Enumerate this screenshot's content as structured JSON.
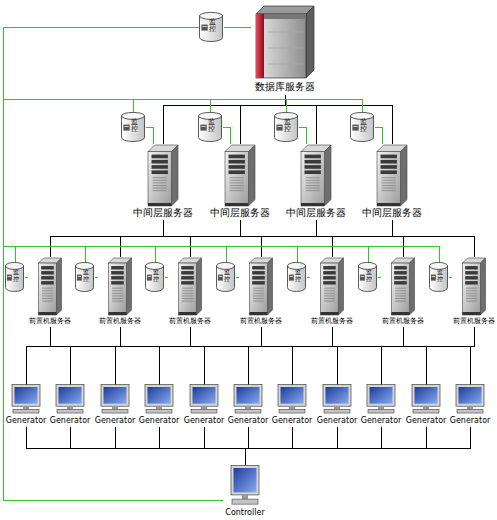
{
  "diagram": {
    "nodes": [
      {
        "text": [
          "监控"
        ]
      },
      {
        "text": [
          "数据库服务器"
        ]
      },
      {
        "text": [
          "监控"
        ]
      },
      {
        "text": [
          "中间层服务器"
        ]
      },
      {
        "text": [
          "监控"
        ]
      },
      {
        "text": [
          "中间层服务器"
        ]
      },
      {
        "text": [
          "监控"
        ]
      },
      {
        "text": [
          "中间层服务器"
        ]
      },
      {
        "text": [
          "监控"
        ]
      },
      {
        "text": [
          "中间层服务器"
        ]
      },
      {
        "text": [
          "监控"
        ]
      },
      {
        "text": [
          "前置机服务器"
        ]
      },
      {
        "text": [
          "监控"
        ]
      },
      {
        "text": [
          "前置机服务器"
        ]
      },
      {
        "text": [
          "监控"
        ]
      },
      {
        "text": [
          "前置机服务器"
        ]
      },
      {
        "text": [
          "监控"
        ]
      },
      {
        "text": [
          "前置机服务器"
        ]
      },
      {
        "text": [
          "监控"
        ]
      },
      {
        "text": [
          "前置机服务器"
        ]
      },
      {
        "text": [
          "监控"
        ]
      },
      {
        "text": [
          "前置机服务器"
        ]
      },
      {
        "text": [
          "监控"
        ]
      },
      {
        "text": [
          "前置机服务器"
        ]
      },
      {
        "text": [
          "Generator"
        ]
      },
      {
        "text": [
          "Generator"
        ]
      },
      {
        "text": [
          "Generator"
        ]
      },
      {
        "text": [
          "Generator"
        ]
      },
      {
        "text": [
          "Generator"
        ]
      },
      {
        "text": [
          "Generator"
        ]
      },
      {
        "text": [
          "Generator"
        ]
      },
      {
        "text": [
          "Generator"
        ]
      },
      {
        "text": [
          "Generator"
        ]
      },
      {
        "text": [
          "Generator"
        ]
      },
      {
        "text": [
          "Generator"
        ]
      },
      {
        "text": [
          "Controller"
        ]
      }
    ],
    "edges": [
      {
        "from": 1,
        "to": 3,
        "arrow": "none"
      },
      {
        "from": 1,
        "to": 5,
        "arrow": "none"
      },
      {
        "from": 1,
        "to": 7,
        "arrow": "none"
      },
      {
        "from": 1,
        "to": 9,
        "arrow": "none"
      },
      {
        "from": 3,
        "to": 11,
        "arrow": "none"
      },
      {
        "from": 3,
        "to": 13,
        "arrow": "none"
      },
      {
        "from": 3,
        "to": 15,
        "arrow": "none"
      },
      {
        "from": 3,
        "to": 17,
        "arrow": "none"
      },
      {
        "from": 3,
        "to": 19,
        "arrow": "none"
      },
      {
        "from": 3,
        "to": 21,
        "arrow": "none"
      },
      {
        "from": 3,
        "to": 23,
        "arrow": "none"
      },
      {
        "from": 5,
        "to": 11,
        "arrow": "none"
      },
      {
        "from": 5,
        "to": 13,
        "arrow": "none"
      },
      {
        "from": 5,
        "to": 15,
        "arrow": "none"
      },
      {
        "from": 5,
        "to": 17,
        "arrow": "none"
      },
      {
        "from": 5,
        "to": 19,
        "arrow": "none"
      },
      {
        "from": 5,
        "to": 21,
        "arrow": "none"
      },
      {
        "from": 5,
        "to": 23,
        "arrow": "none"
      },
      {
        "from": 7,
        "to": 11,
        "arrow": "none"
      },
      {
        "from": 7,
        "to": 13,
        "arrow": "none"
      },
      {
        "from": 7,
        "to": 15,
        "arrow": "none"
      },
      {
        "from": 7,
        "to": 17,
        "arrow": "none"
      },
      {
        "from": 7,
        "to": 19,
        "arrow": "none"
      },
      {
        "from": 7,
        "to": 21,
        "arrow": "none"
      },
      {
        "from": 7,
        "to": 23,
        "arrow": "none"
      },
      {
        "from": 9,
        "to": 11,
        "arrow": "none"
      },
      {
        "from": 9,
        "to": 13,
        "arrow": "none"
      },
      {
        "from": 9,
        "to": 15,
        "arrow": "none"
      },
      {
        "from": 9,
        "to": 17,
        "arrow": "none"
      },
      {
        "from": 9,
        "to": 19,
        "arrow": "none"
      },
      {
        "from": 9,
        "to": 21,
        "arrow": "none"
      },
      {
        "from": 9,
        "to": 23,
        "arrow": "none"
      },
      {
        "from": 11,
        "to": 24,
        "arrow": "none"
      },
      {
        "from": 11,
        "to": 25,
        "arrow": "none"
      },
      {
        "from": 11,
        "to": 26,
        "arrow": "none"
      },
      {
        "from": 11,
        "to": 27,
        "arrow": "none"
      },
      {
        "from": 11,
        "to": 28,
        "arrow": "none"
      },
      {
        "from": 11,
        "to": 29,
        "arrow": "none"
      },
      {
        "from": 11,
        "to": 30,
        "arrow": "none"
      },
      {
        "from": 11,
        "to": 31,
        "arrow": "none"
      },
      {
        "from": 11,
        "to": 32,
        "arrow": "none"
      },
      {
        "from": 11,
        "to": 33,
        "arrow": "none"
      },
      {
        "from": 11,
        "to": 34,
        "arrow": "none"
      },
      {
        "from": 13,
        "to": 24,
        "arrow": "none"
      },
      {
        "from": 13,
        "to": 25,
        "arrow": "none"
      },
      {
        "from": 13,
        "to": 26,
        "arrow": "none"
      },
      {
        "from": 13,
        "to": 27,
        "arrow": "none"
      },
      {
        "from": 13,
        "to": 28,
        "arrow": "none"
      },
      {
        "from": 13,
        "to": 29,
        "arrow": "none"
      },
      {
        "from": 13,
        "to": 30,
        "arrow": "none"
      },
      {
        "from": 13,
        "to": 31,
        "arrow": "none"
      },
      {
        "from": 13,
        "to": 32,
        "arrow": "none"
      },
      {
        "from": 13,
        "to": 33,
        "arrow": "none"
      },
      {
        "from": 13,
        "to": 34,
        "arrow": "none"
      },
      {
        "from": 15,
        "to": 24,
        "arrow": "none"
      },
      {
        "from": 15,
        "to": 25,
        "arrow": "none"
      },
      {
        "from": 15,
        "to": 26,
        "arrow": "none"
      },
      {
        "from": 15,
        "to": 27,
        "arrow": "none"
      },
      {
        "from": 15,
        "to": 28,
        "arrow": "none"
      },
      {
        "from": 15,
        "to": 29,
        "arrow": "none"
      },
      {
        "from": 15,
        "to": 30,
        "arrow": "none"
      },
      {
        "from": 15,
        "to": 31,
        "arrow": "none"
      },
      {
        "from": 15,
        "to": 32,
        "arrow": "none"
      },
      {
        "from": 15,
        "to": 33,
        "arrow": "none"
      },
      {
        "from": 15,
        "to": 34,
        "arrow": "none"
      },
      {
        "from": 17,
        "to": 24,
        "arrow": "none"
      },
      {
        "from": 17,
        "to": 25,
        "arrow": "none"
      },
      {
        "from": 17,
        "to": 26,
        "arrow": "none"
      },
      {
        "from": 17,
        "to": 27,
        "arrow": "none"
      },
      {
        "from": 17,
        "to": 28,
        "arrow": "none"
      },
      {
        "from": 17,
        "to": 29,
        "arrow": "none"
      },
      {
        "from": 17,
        "to": 30,
        "arrow": "none"
      },
      {
        "from": 17,
        "to": 31,
        "arrow": "none"
      },
      {
        "from": 17,
        "to": 32,
        "arrow": "none"
      },
      {
        "from": 17,
        "to": 33,
        "arrow": "none"
      },
      {
        "from": 17,
        "to": 34,
        "arrow": "none"
      },
      {
        "from": 19,
        "to": 24,
        "arrow": "none"
      },
      {
        "from": 19,
        "to": 25,
        "arrow": "none"
      },
      {
        "from": 19,
        "to": 26,
        "arrow": "none"
      },
      {
        "from": 19,
        "to": 27,
        "arrow": "none"
      },
      {
        "from": 19,
        "to": 28,
        "arrow": "none"
      },
      {
        "from": 19,
        "to": 29,
        "arrow": "none"
      },
      {
        "from": 19,
        "to": 30,
        "arrow": "none"
      },
      {
        "from": 19,
        "to": 31,
        "arrow": "none"
      },
      {
        "from": 19,
        "to": 32,
        "arrow": "none"
      },
      {
        "from": 19,
        "to": 33,
        "arrow": "none"
      },
      {
        "from": 19,
        "to": 34,
        "arrow": "none"
      },
      {
        "from": 21,
        "to": 24,
        "arrow": "none"
      },
      {
        "from": 21,
        "to": 25,
        "arrow": "none"
      },
      {
        "from": 21,
        "to": 26,
        "arrow": "none"
      },
      {
        "from": 21,
        "to": 27,
        "arrow": "none"
      },
      {
        "from": 21,
        "to": 28,
        "arrow": "none"
      },
      {
        "from": 21,
        "to": 29,
        "arrow": "none"
      },
      {
        "from": 21,
        "to": 30,
        "arrow": "none"
      },
      {
        "from": 21,
        "to": 31,
        "arrow": "none"
      },
      {
        "from": 21,
        "to": 32,
        "arrow": "none"
      },
      {
        "from": 21,
        "to": 33,
        "arrow": "none"
      },
      {
        "from": 21,
        "to": 34,
        "arrow": "none"
      },
      {
        "from": 23,
        "to": 24,
        "arrow": "none"
      },
      {
        "from": 23,
        "to": 25,
        "arrow": "none"
      },
      {
        "from": 23,
        "to": 26,
        "arrow": "none"
      },
      {
        "from": 23,
        "to": 27,
        "arrow": "none"
      },
      {
        "from": 23,
        "to": 28,
        "arrow": "none"
      },
      {
        "from": 23,
        "to": 29,
        "arrow": "none"
      },
      {
        "from": 23,
        "to": 30,
        "arrow": "none"
      },
      {
        "from": 23,
        "to": 31,
        "arrow": "none"
      },
      {
        "from": 23,
        "to": 32,
        "arrow": "none"
      },
      {
        "from": 23,
        "to": 33,
        "arrow": "none"
      },
      {
        "from": 23,
        "to": 34,
        "arrow": "none"
      },
      {
        "from": 24,
        "to": 35,
        "arrow": "none"
      },
      {
        "from": 25,
        "to": 35,
        "arrow": "none"
      },
      {
        "from": 26,
        "to": 35,
        "arrow": "none"
      },
      {
        "from": 27,
        "to": 35,
        "arrow": "none"
      },
      {
        "from": 28,
        "to": 35,
        "arrow": "none"
      },
      {
        "from": 29,
        "to": 35,
        "arrow": "none"
      },
      {
        "from": 30,
        "to": 35,
        "arrow": "none"
      },
      {
        "from": 31,
        "to": 35,
        "arrow": "none"
      },
      {
        "from": 32,
        "to": 35,
        "arrow": "none"
      },
      {
        "from": 33,
        "to": 35,
        "arrow": "none"
      },
      {
        "from": 34,
        "to": 35,
        "arrow": "none"
      },
      {
        "from": 0,
        "to": 1,
        "arrow": "none"
      },
      {
        "from": 2,
        "to": 3,
        "arrow": "none"
      },
      {
        "from": 4,
        "to": 5,
        "arrow": "none"
      },
      {
        "from": 6,
        "to": 7,
        "arrow": "none"
      },
      {
        "from": 8,
        "to": 9,
        "arrow": "none"
      },
      {
        "from": 10,
        "to": 11,
        "arrow": "none"
      },
      {
        "from": 12,
        "to": 13,
        "arrow": "none"
      },
      {
        "from": 14,
        "to": 15,
        "arrow": "none"
      },
      {
        "from": 16,
        "to": 17,
        "arrow": "none"
      },
      {
        "from": 18,
        "to": 19,
        "arrow": "none"
      },
      {
        "from": 20,
        "to": 21,
        "arrow": "none"
      },
      {
        "from": 22,
        "to": 23,
        "arrow": "none"
      },
      {
        "from": 0,
        "to": 35,
        "arrow": "none"
      },
      {
        "from": 2,
        "to": 35,
        "arrow": "none"
      },
      {
        "from": 4,
        "to": 35,
        "arrow": "none"
      },
      {
        "from": 6,
        "to": 35,
        "arrow": "none"
      },
      {
        "from": 8,
        "to": 35,
        "arrow": "none"
      },
      {
        "from": 10,
        "to": 35,
        "arrow": "none"
      },
      {
        "from": 12,
        "to": 35,
        "arrow": "none"
      },
      {
        "from": 14,
        "to": 35,
        "arrow": "none"
      },
      {
        "from": 16,
        "to": 35,
        "arrow": "none"
      },
      {
        "from": 18,
        "to": 35,
        "arrow": "none"
      },
      {
        "from": 20,
        "to": 35,
        "arrow": "none"
      },
      {
        "from": 22,
        "to": 35,
        "arrow": "none"
      }
    ]
  }
}
